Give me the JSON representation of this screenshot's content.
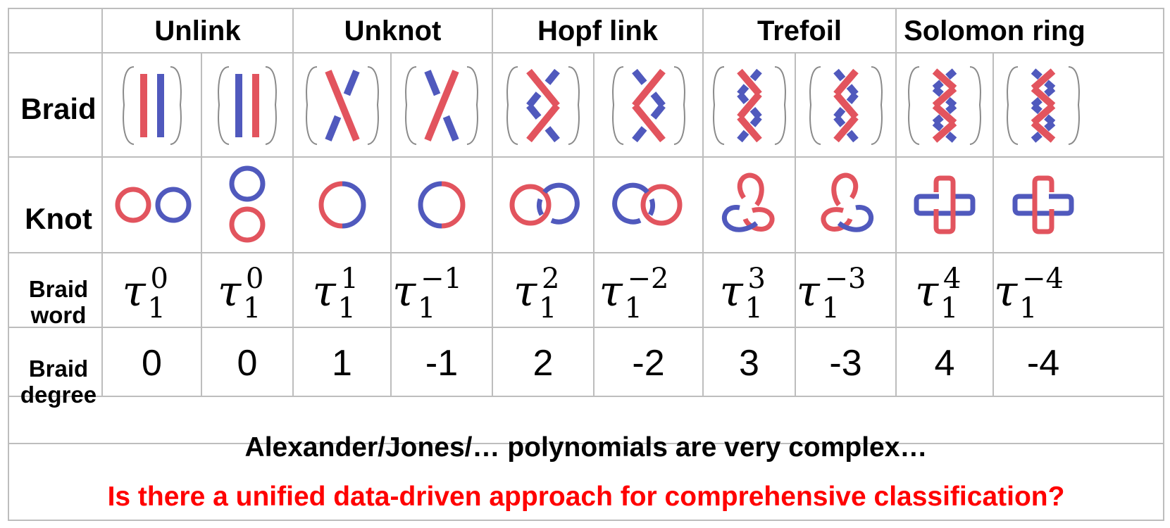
{
  "colors": {
    "red": "#e2545e",
    "blue": "#5059bd",
    "frame": "#8a8a8a",
    "grid": "#bdbdbd",
    "question": "#ff0000"
  },
  "columns": [
    {
      "name": "Unlink",
      "cells": [
        {
          "braid_word_sup": "0",
          "braid_word_sub": "1",
          "braid_degree": "0"
        },
        {
          "braid_word_sup": "0",
          "braid_word_sub": "1",
          "braid_degree": "0"
        }
      ]
    },
    {
      "name": "Unknot",
      "cells": [
        {
          "braid_word_sup": "1",
          "braid_word_sub": "1",
          "braid_degree": "1"
        },
        {
          "braid_word_sup": "−1",
          "braid_word_sub": "1",
          "braid_degree": "-1"
        }
      ]
    },
    {
      "name": "Hopf link",
      "cells": [
        {
          "braid_word_sup": "2",
          "braid_word_sub": "1",
          "braid_degree": "2"
        },
        {
          "braid_word_sup": "−2",
          "braid_word_sub": "1",
          "braid_degree": "-2"
        }
      ]
    },
    {
      "name": "Trefoil",
      "cells": [
        {
          "braid_word_sup": "3",
          "braid_word_sub": "1",
          "braid_degree": "3"
        },
        {
          "braid_word_sup": "−3",
          "braid_word_sub": "1",
          "braid_degree": "-3"
        }
      ]
    },
    {
      "name": "Solomon ring",
      "cells": [
        {
          "braid_word_sup": "4",
          "braid_word_sub": "1",
          "braid_degree": "4"
        },
        {
          "braid_word_sup": "−4",
          "braid_word_sub": "1",
          "braid_degree": "-4"
        }
      ]
    }
  ],
  "row_labels": {
    "braid": "Braid",
    "knot": "Knot",
    "braid_word_1": "Braid",
    "braid_word_2": "word",
    "braid_degree_1": "Braid",
    "braid_degree_2": "degree"
  },
  "braid_word_symbol": "τ",
  "footer": {
    "statement": "Alexander/Jones/… polynomials are very complex…",
    "question": "Is there a unified data-driven approach for comprehensive classification?"
  }
}
